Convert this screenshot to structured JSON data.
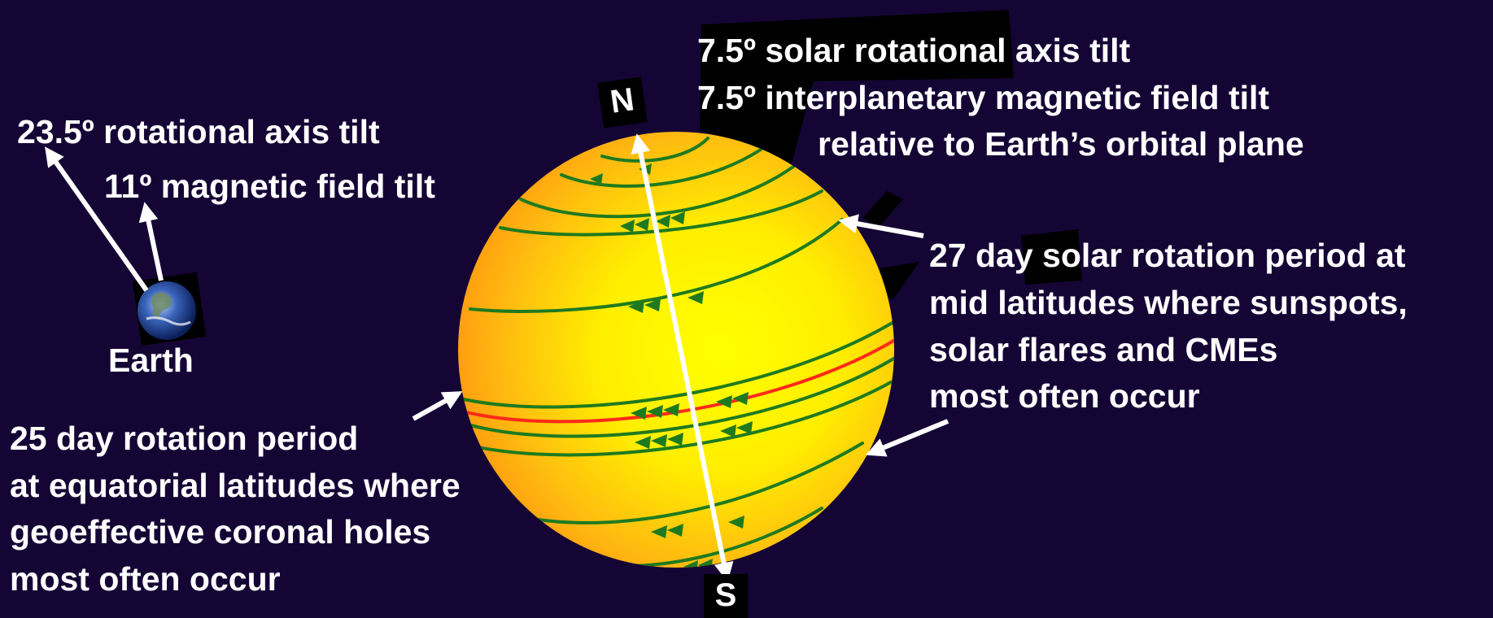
{
  "colors": {
    "background": "#150535",
    "text": "#ffffff",
    "sun_core": "#ffff00",
    "sun_edge": "#ff9a10",
    "field_line": "#1f7a1f",
    "equator_line": "#ff2a1a"
  },
  "earth": {
    "axis_tilt": "23.5º rotational axis tilt",
    "magnetic_tilt": "11º magnetic field tilt",
    "label": "Earth"
  },
  "sun": {
    "axis_tilt": "7.5º solar rotational axis tilt",
    "imf_tilt": "7.5º interplanetary magnetic field tilt",
    "imf_tilt_relative": "relative to Earth’s orbital plane",
    "north_label": "N",
    "south_label": "S"
  },
  "mid_latitude_note": {
    "line1": "27 day solar rotation period at",
    "line2": "mid latitudes where sunspots,",
    "line3": "solar flares and CMEs",
    "line4": "most often occur"
  },
  "equatorial_note": {
    "line1": "25 day rotation period",
    "line2": "at equatorial latitudes where",
    "line3": "geoeffective coronal holes",
    "line4": "most often occur"
  }
}
